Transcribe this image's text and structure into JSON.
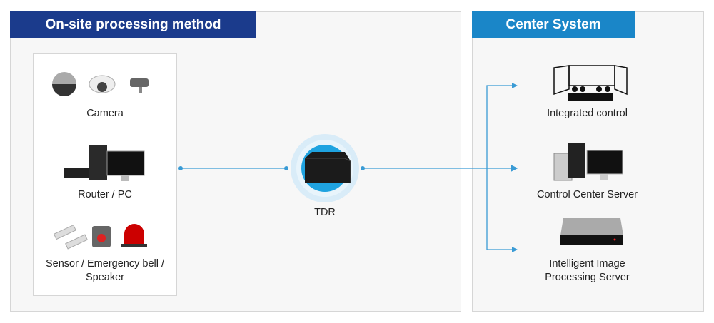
{
  "onsite": {
    "title": "On-site processing method",
    "items": [
      {
        "label": "Camera",
        "icon": "camera-icon"
      },
      {
        "label": "Router / PC",
        "icon": "router-pc-icon"
      },
      {
        "label": "Sensor / Emergency bell / Speaker",
        "icon": "sensor-icon"
      }
    ],
    "device_label": "TDR"
  },
  "center": {
    "title": "Center System",
    "items": [
      {
        "label": "Integrated control",
        "icon": "control-room-icon"
      },
      {
        "label": "Control Center Server",
        "icon": "server-pc-icon"
      },
      {
        "label": "Intelligent Image Processing Server",
        "icon": "image-server-icon"
      }
    ]
  },
  "colors": {
    "onsite_header": "#1b3b8c",
    "center_header": "#1a86c8",
    "connector": "#3a9bd5"
  }
}
